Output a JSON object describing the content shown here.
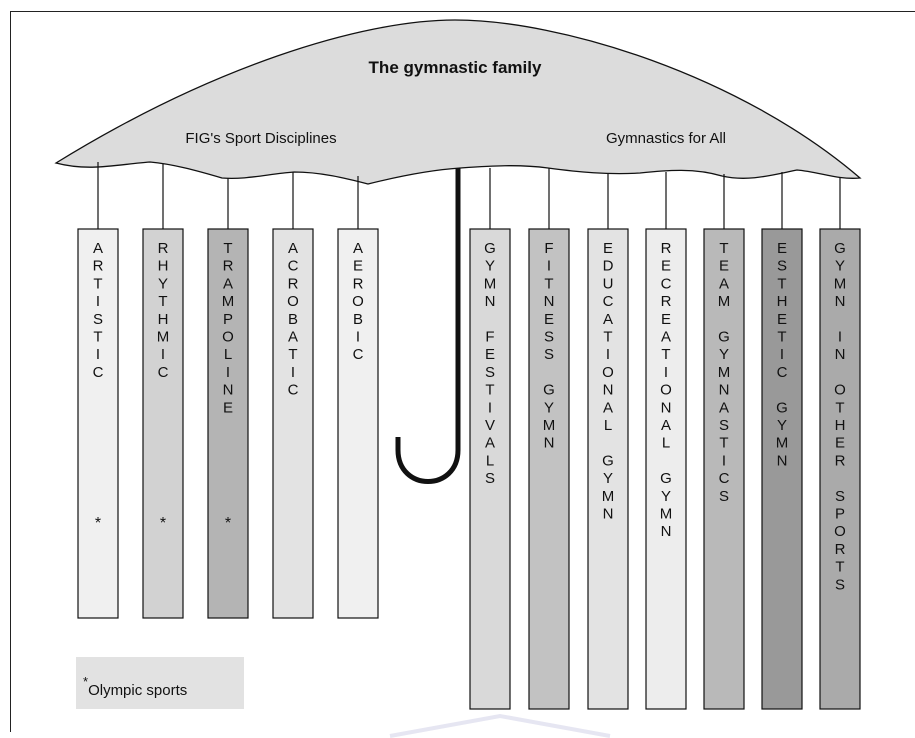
{
  "title": "The gymnastic family",
  "group_labels": {
    "fig": "FIG's Sport Disciplines",
    "gfa": "Gymnastics for All"
  },
  "legend": {
    "marker": "*",
    "text": "Olympic sports"
  },
  "fig_disciplines": [
    {
      "name": "ARTISTIC",
      "lines": [
        "ARTISTIC"
      ],
      "olympic": true,
      "shade": "#f0f0f0"
    },
    {
      "name": "RHYTHMIC",
      "lines": [
        "RHYTHMIC"
      ],
      "olympic": true,
      "shade": "#d2d2d2"
    },
    {
      "name": "TRAMPOLINE",
      "lines": [
        "TRAMPOLINE"
      ],
      "olympic": true,
      "shade": "#b4b4b4"
    },
    {
      "name": "ACROBATIC",
      "lines": [
        "ACROBATIC"
      ],
      "olympic": false,
      "shade": "#e3e3e3"
    },
    {
      "name": "AEROBIC",
      "lines": [
        "AEROBIC"
      ],
      "olympic": false,
      "shade": "#f0f0f0"
    }
  ],
  "gfa_disciplines": [
    {
      "name": "GYMN FESTIVALS",
      "lines": [
        "GYMN",
        "FESTIVALS"
      ],
      "shade": "#d9d9d9"
    },
    {
      "name": "FITNESS GYMN",
      "lines": [
        "FITNESS",
        "GYMN"
      ],
      "shade": "#c2c2c2"
    },
    {
      "name": "EDUCATIONAL GYMN",
      "lines": [
        "EDUCATIONAL",
        "GYMN"
      ],
      "shade": "#e3e3e3"
    },
    {
      "name": "RECREATIONAL GYMN",
      "lines": [
        "RECREATIONAL",
        "GYMN"
      ],
      "shade": "#ededed"
    },
    {
      "name": "TEAM GYMNASTICS",
      "lines": [
        "TEAM",
        "GYMNASTICS"
      ],
      "shade": "#b9b9b9"
    },
    {
      "name": "ESTHETIC GYMN",
      "lines": [
        "ESTHETIC",
        "GYMN"
      ],
      "shade": "#999999"
    },
    {
      "name": "GYMN IN OTHER SPORTS",
      "lines": [
        "GYMN",
        "IN",
        "OTHER",
        "SPORTS"
      ],
      "shade": "#aaaaaa"
    }
  ]
}
